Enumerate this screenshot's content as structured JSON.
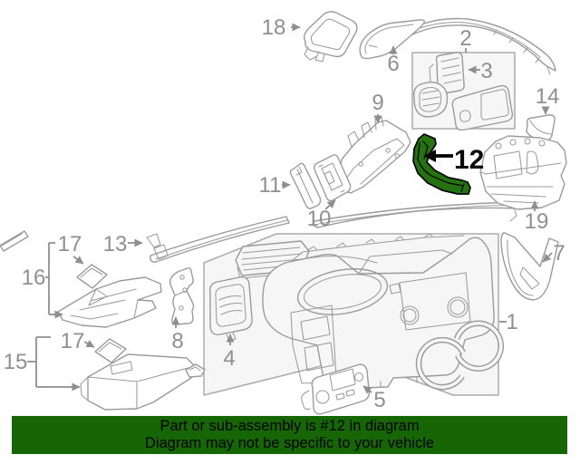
{
  "diagram": {
    "type": "exploded-parts-diagram",
    "subject": "Instrument panel and dashboard components",
    "highlighted_callout": "12",
    "colors": {
      "line": "#9b9b9b",
      "label": "#8f8f8f",
      "group_box_fill": "#f6f6f6",
      "highlight_fill": "#257310",
      "highlight_outline": "#000000",
      "banner_background": "#166606",
      "banner_text": "#000000"
    }
  },
  "callouts": {
    "c1": {
      "label": "1"
    },
    "c2": {
      "label": "2"
    },
    "c3": {
      "label": "3"
    },
    "c4": {
      "label": "4"
    },
    "c5": {
      "label": "5"
    },
    "c6": {
      "label": "6"
    },
    "c7": {
      "label": "7"
    },
    "c8": {
      "label": "8"
    },
    "c9": {
      "label": "9"
    },
    "c10": {
      "label": "10"
    },
    "c11": {
      "label": "11"
    },
    "c12": {
      "label": "12"
    },
    "c13": {
      "label": "13"
    },
    "c14": {
      "label": "14"
    },
    "c15": {
      "label": "15"
    },
    "c16": {
      "label": "16"
    },
    "c17a": {
      "label": "17"
    },
    "c17b": {
      "label": "17"
    },
    "c18": {
      "label": "18"
    },
    "c19": {
      "label": "19"
    }
  },
  "banner": {
    "line1": "Part or sub-assembly is #12 in diagram",
    "line2": "Diagram may not be specific to your vehicle"
  }
}
